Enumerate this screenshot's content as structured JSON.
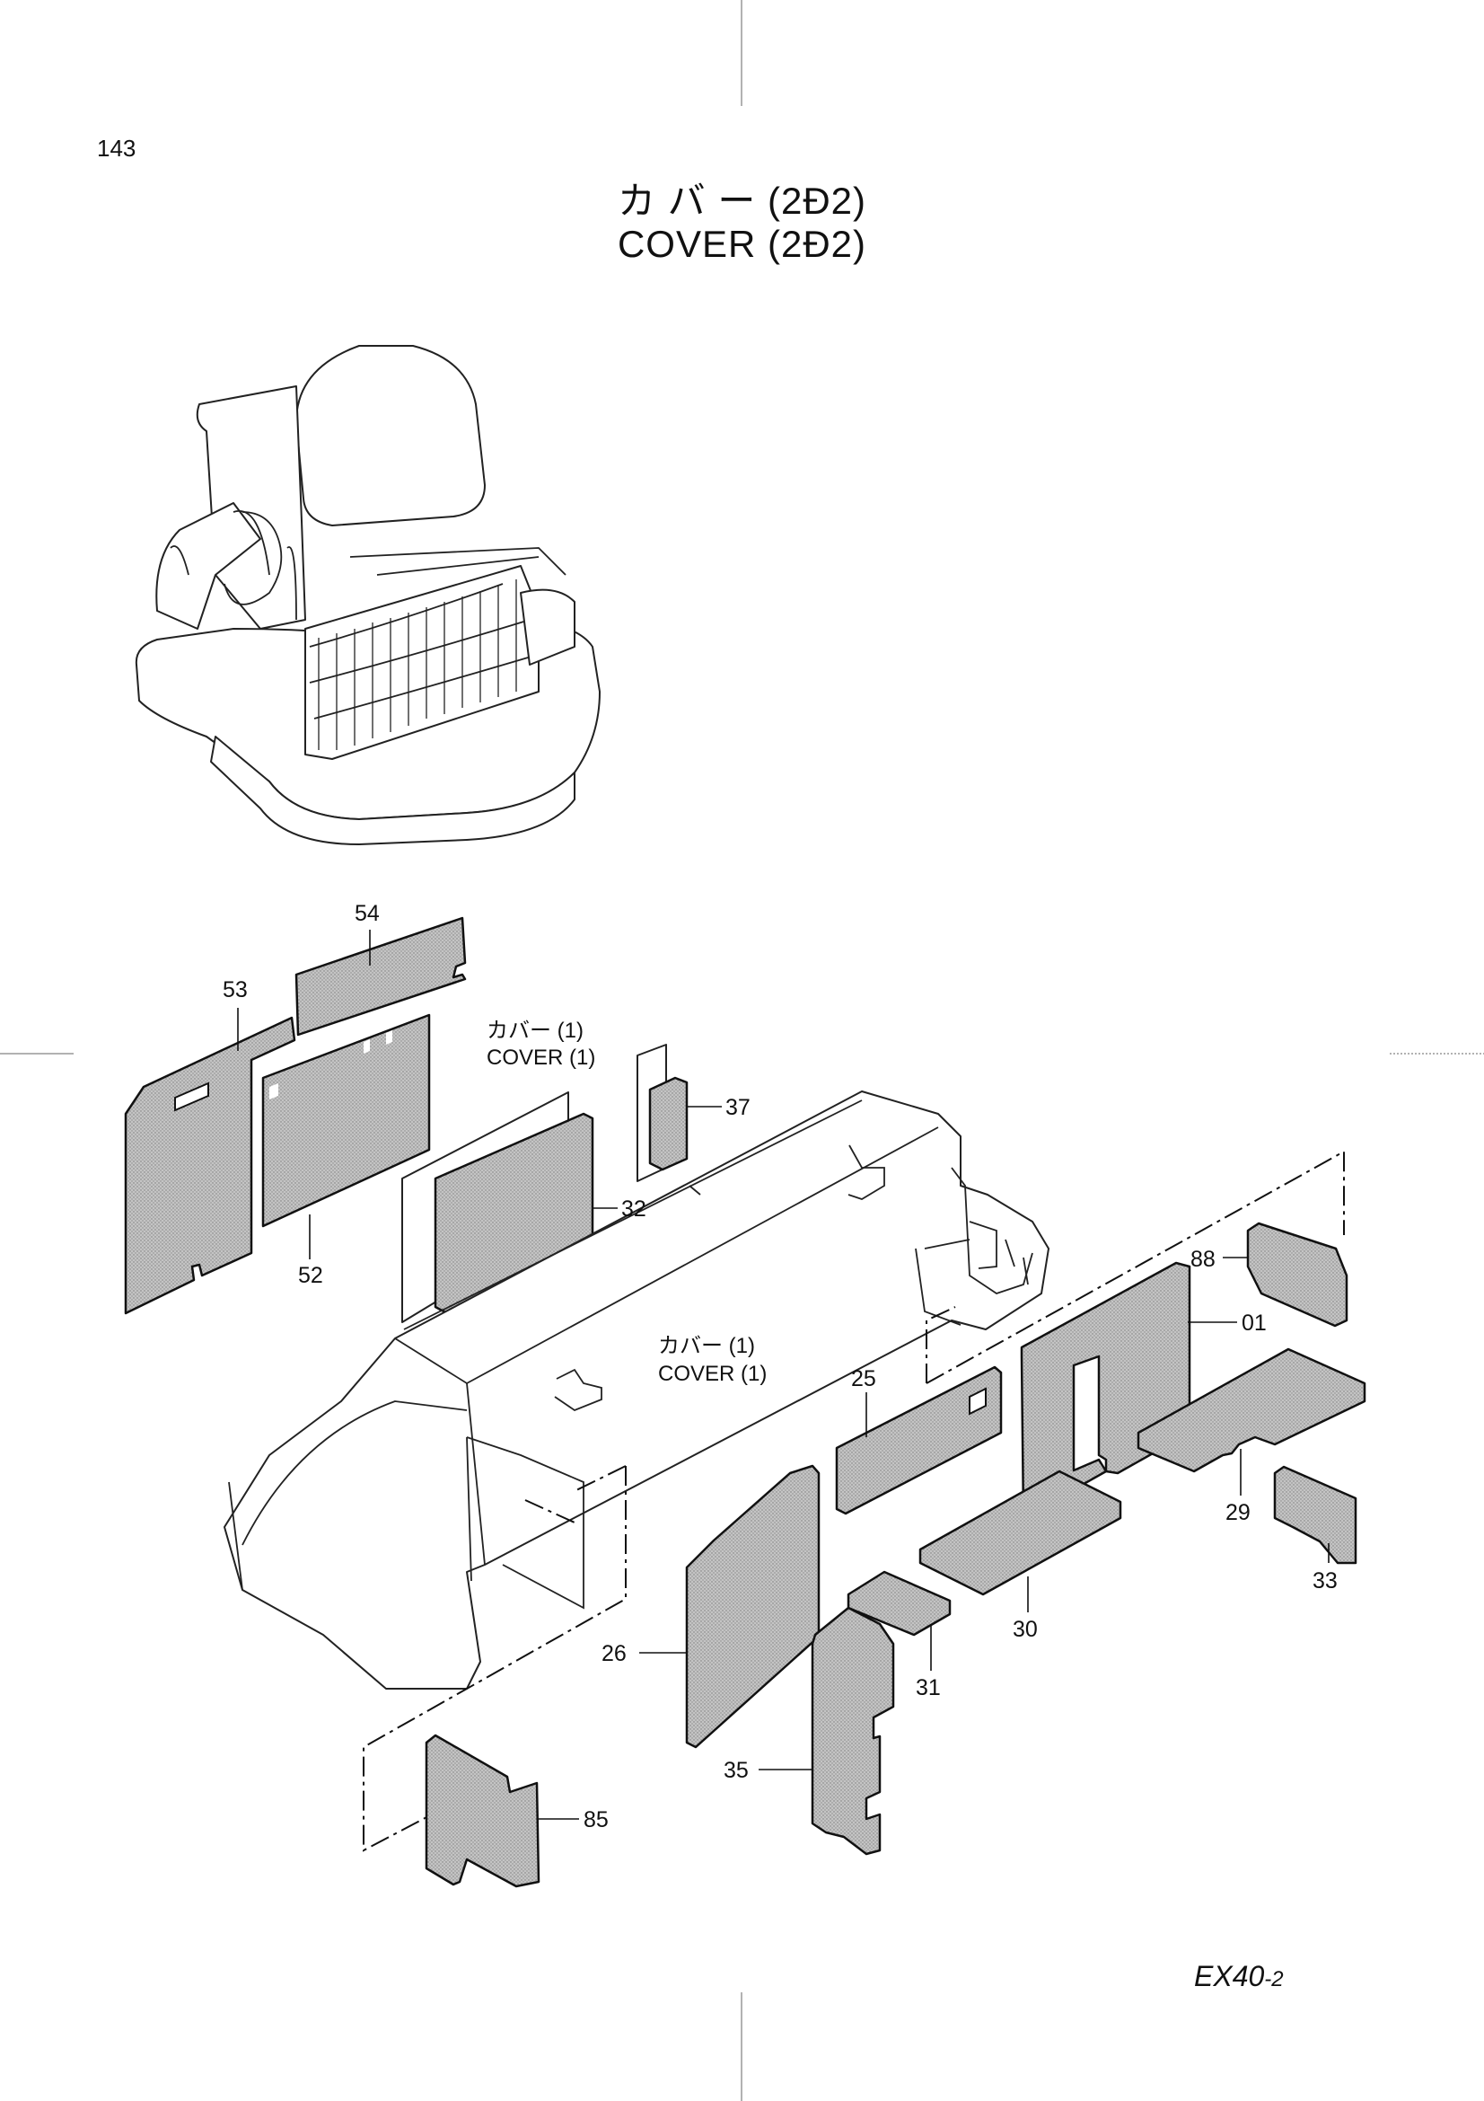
{
  "page": {
    "number": "143",
    "title_jp": "カ バ ー (2Ð2)",
    "title_en": "COVER (2Ð2)",
    "model": "EX40",
    "model_suffix": "-2"
  },
  "captions": {
    "cover_a_jp": "カバー (1)",
    "cover_a_en": "COVER (1)",
    "cover_b_jp": "カバー (1)",
    "cover_b_en": "COVER (1)"
  },
  "callouts": {
    "p54": "54",
    "p53": "53",
    "p52": "52",
    "p37": "37",
    "p32": "32",
    "p88": "88",
    "p01": "01",
    "p25": "25",
    "p29": "29",
    "p33": "33",
    "p30": "30",
    "p31": "31",
    "p26": "26",
    "p35": "35",
    "p85": "85"
  },
  "colors": {
    "part_fill": "#bdbdbd",
    "line": "#111111",
    "background": "#ffffff"
  }
}
